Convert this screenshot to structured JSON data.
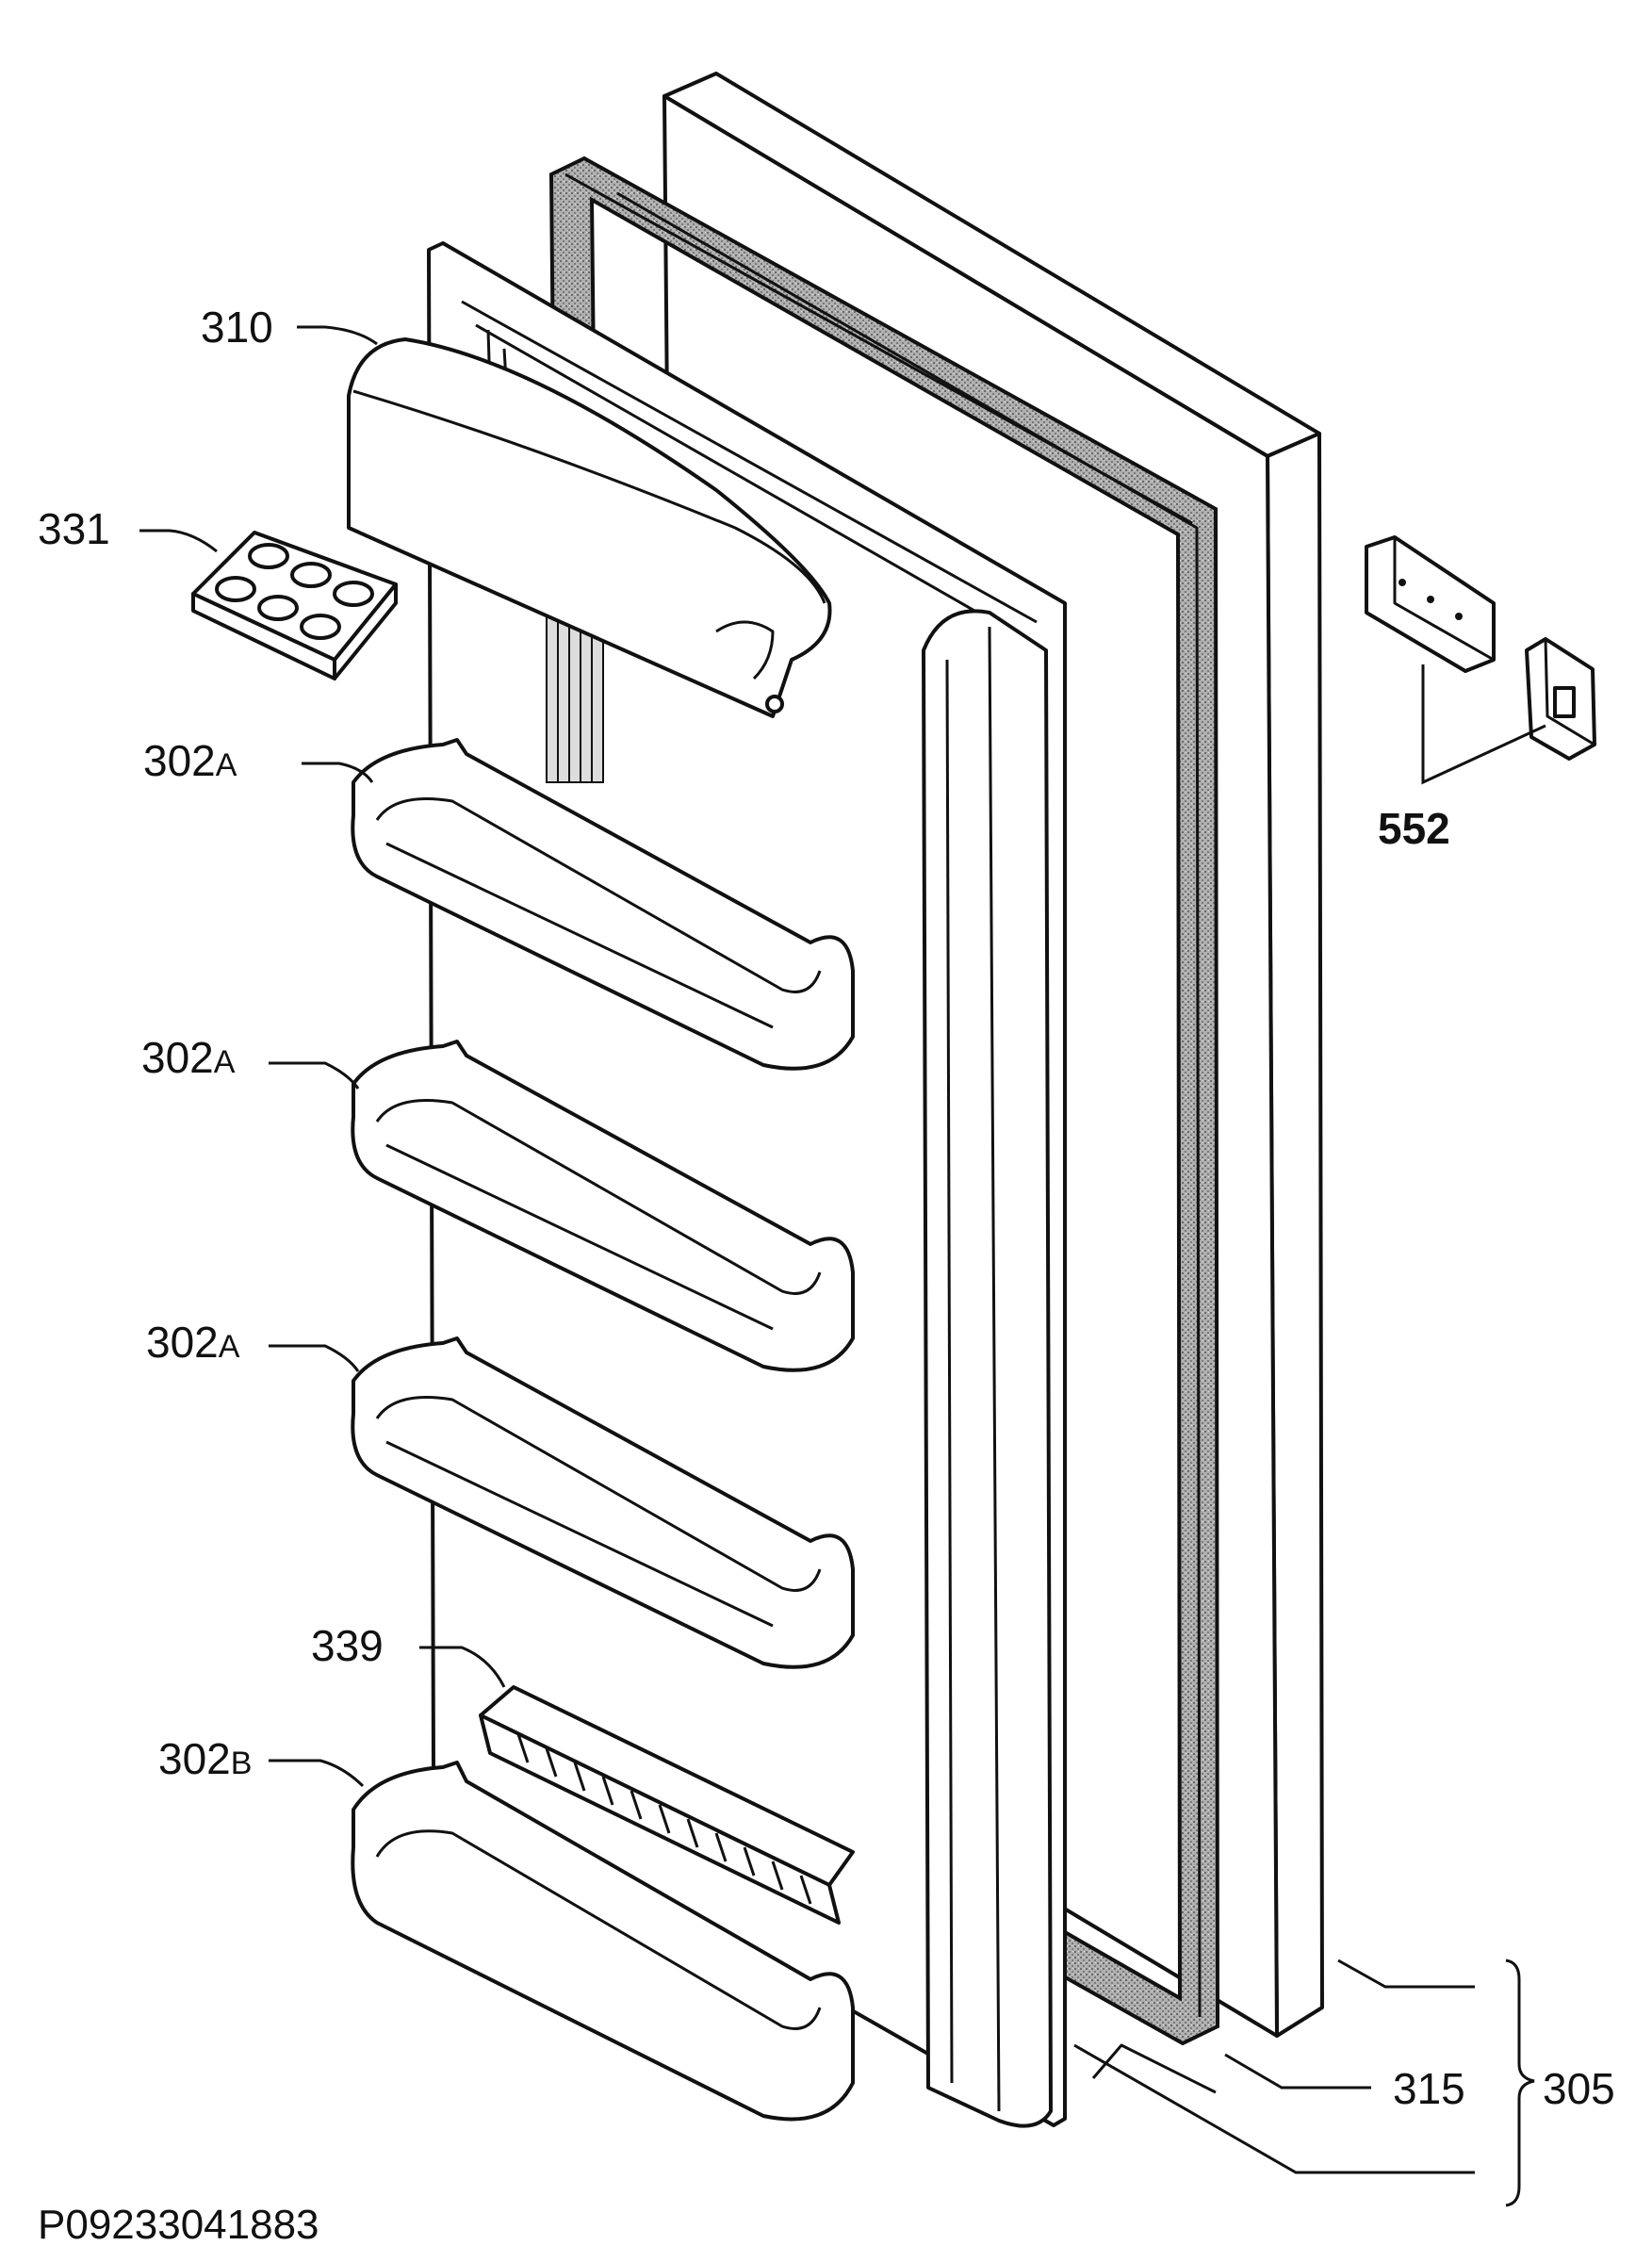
{
  "drawing_id": "P09233041883",
  "labels": {
    "p310": "310",
    "p331": "331",
    "p302a_1": "302",
    "p302a_1_suffix": "A",
    "p302a_2": "302",
    "p302a_2_suffix": "A",
    "p302a_3": "302",
    "p302a_3_suffix": "A",
    "p339": "339",
    "p302b": "302",
    "p302b_suffix": "B",
    "p552": "552",
    "p315": "315",
    "p305": "305"
  },
  "colors": {
    "line": "#111111",
    "background": "#ffffff",
    "gasket": "#9a9a9a"
  }
}
